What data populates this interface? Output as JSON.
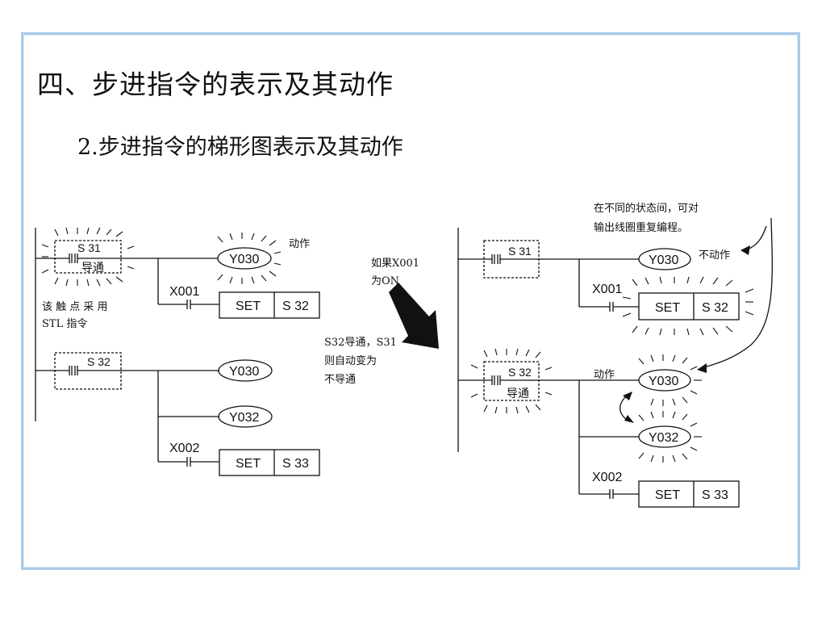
{
  "page": {
    "title": "四、步进指令的表示及其动作",
    "subtitle": "2.步进指令的梯形图表示及其动作"
  },
  "left": {
    "s31": "S 31",
    "s31_on": "导通",
    "y030_a": "Y030",
    "action": "动作",
    "x001": "X001",
    "set1": "SET",
    "s32_set": "S 32",
    "note_line1": "该 触 点 采 用",
    "note_line2": "STL 指令",
    "s32": "S 32",
    "y030_b": "Y030",
    "y032": "Y032",
    "x002": "X002",
    "set2": "SET",
    "s33_set": "S 33"
  },
  "middle": {
    "cond_line1": "如果X001",
    "cond_line2": "为ON",
    "result_line1": "S32导通，S31",
    "result_line2": "则自动变为",
    "result_line3": "不导通"
  },
  "right": {
    "top_note_line1": "在不同的状态间，可对",
    "top_note_line2": "输出线圈重复编程。",
    "s31": "S 31",
    "y030_a": "Y030",
    "no_action": "不动作",
    "x001": "X001",
    "set1": "SET",
    "s32_set": "S 32",
    "s32": "S 32",
    "s32_on": "导通",
    "action": "动作",
    "y030_b": "Y030",
    "y032": "Y032",
    "x002": "X002",
    "set2": "SET",
    "s33_set": "S 33"
  }
}
